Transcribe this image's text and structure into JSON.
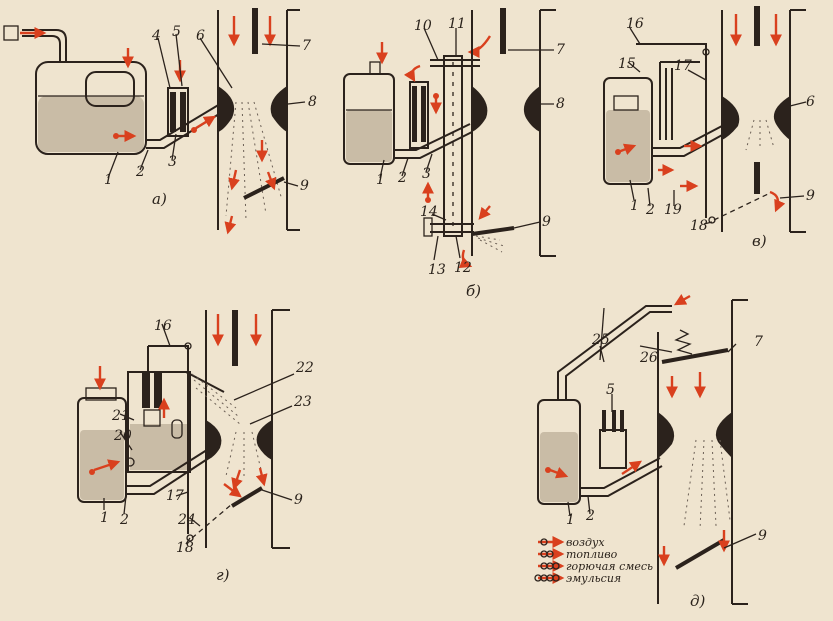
{
  "figure": {
    "panels": [
      {
        "id": "a",
        "caption": "а)",
        "labels": [
          "1",
          "2",
          "3",
          "4",
          "5",
          "6",
          "7",
          "8",
          "9"
        ]
      },
      {
        "id": "b",
        "caption": "б)",
        "labels": [
          "1",
          "2",
          "3",
          "7",
          "8",
          "9",
          "10",
          "11",
          "12",
          "13",
          "14"
        ]
      },
      {
        "id": "v",
        "caption": "в)",
        "labels": [
          "1",
          "2",
          "6",
          "9",
          "15",
          "16",
          "17",
          "18",
          "19"
        ]
      },
      {
        "id": "g",
        "caption": "г)",
        "labels": [
          "1",
          "2",
          "9",
          "16",
          "17",
          "18",
          "20",
          "21",
          "22",
          "23",
          "24"
        ]
      },
      {
        "id": "d",
        "caption": "д)",
        "labels": [
          "1",
          "2",
          "5",
          "7",
          "9",
          "25",
          "26"
        ]
      }
    ],
    "legend": [
      {
        "symbol": "single-circle-arrow",
        "label": "воздух"
      },
      {
        "symbol": "double-circle-arrow",
        "label": "топливо"
      },
      {
        "symbol": "triple-circle-arrow",
        "label": "горючая смесь"
      },
      {
        "symbol": "quad-circle-arrow",
        "label": "эмульсия"
      }
    ],
    "colors": {
      "paper": "#efe4cf",
      "ink": "#2b221c",
      "flow": "#d9401e"
    }
  }
}
